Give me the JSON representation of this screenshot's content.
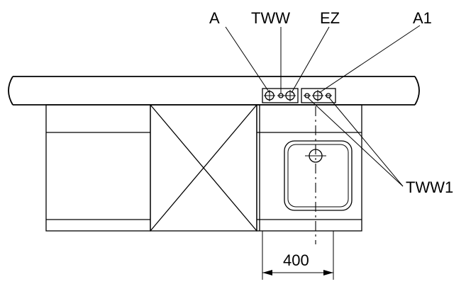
{
  "labels": {
    "a": "A",
    "tww": "TWW",
    "ez": "EZ",
    "a1": "A1",
    "tww1": "TWW1"
  },
  "dimension": {
    "value": "400"
  },
  "colors": {
    "line": "#000000",
    "background": "#ffffff"
  }
}
